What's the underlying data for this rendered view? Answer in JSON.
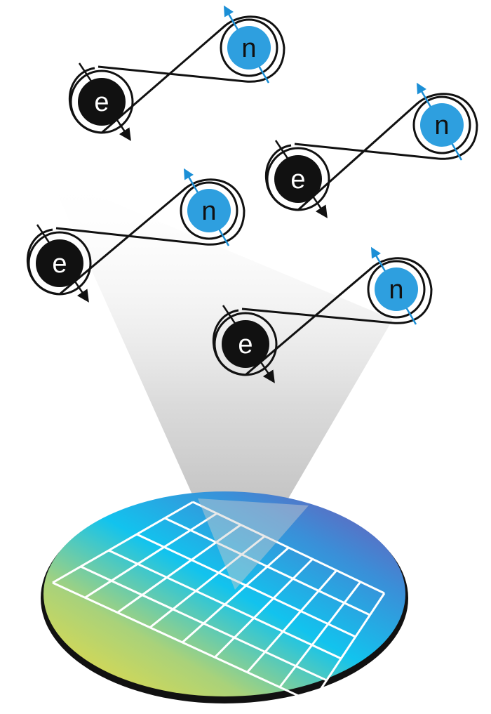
{
  "colors": {
    "electron": "#111111",
    "nucleus": "#2e9fdf",
    "orbit": "#111111",
    "spin_arrow_nucleus": "#1b8fd6",
    "grid": "#ffffff",
    "wafer_gradient": [
      "#f4dc3a",
      "#a9d27a",
      "#12c3ee",
      "#3a8fd8",
      "#7a4fb0"
    ],
    "beam": "#9a9a9a"
  },
  "pairs": [
    {
      "electron_label": "e",
      "nucleus_label": "n"
    },
    {
      "electron_label": "e",
      "nucleus_label": "n"
    },
    {
      "electron_label": "e",
      "nucleus_label": "n"
    },
    {
      "electron_label": "e",
      "nucleus_label": "n"
    }
  ],
  "icons": [
    "electron-icon",
    "nucleus-icon",
    "spin-arrow-icon",
    "wafer-icon"
  ]
}
